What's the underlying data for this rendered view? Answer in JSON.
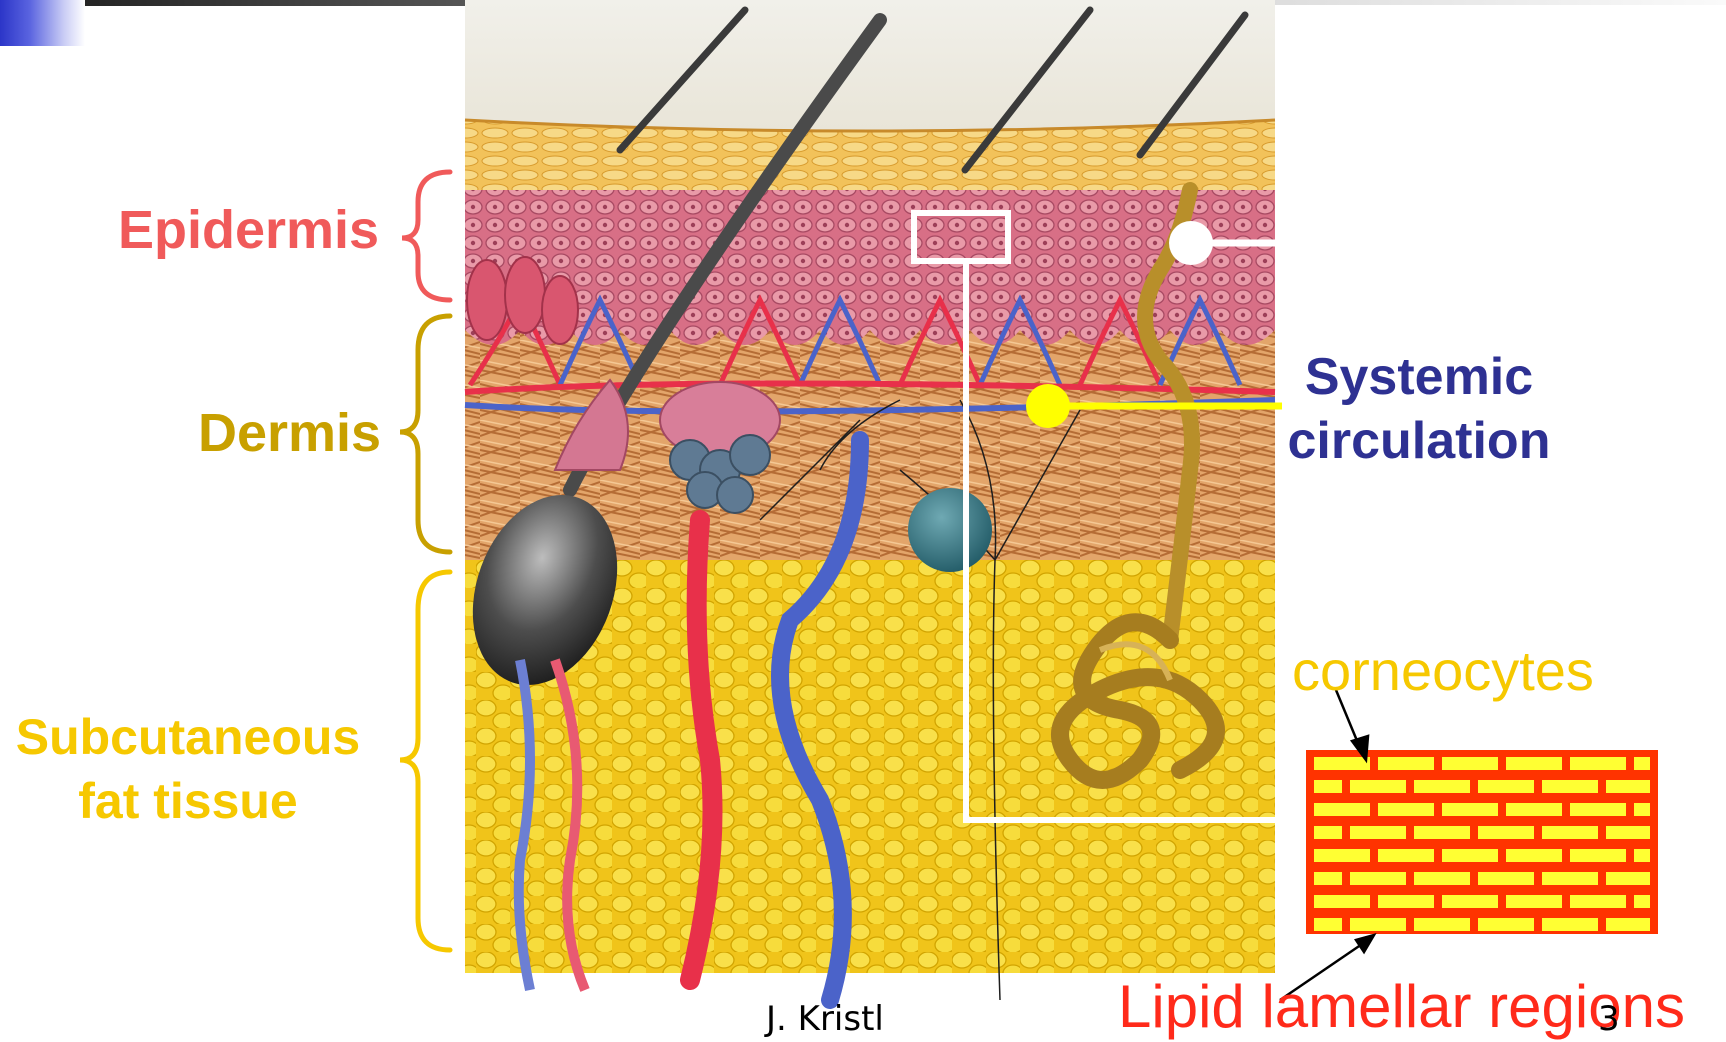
{
  "labels": {
    "epidermis": "Epidermis",
    "dermis": "Dermis",
    "subcutaneous_line1": "Subcutaneous",
    "subcutaneous_line2": "fat tissue",
    "systemic_line1": "Systemic",
    "systemic_line2": "circulation",
    "corneocytes": "corneocytes",
    "lipid": "Lipid lamellar regions",
    "author": "J. Kristl",
    "page": "3"
  },
  "colors": {
    "epidermis": "#f05a5a",
    "dermis": "#c8a000",
    "subcutaneous": "#f6c800",
    "systemic": "#2e3192",
    "lipid": "#ff2a1a",
    "corneocytes": "#f6c800",
    "accent": "#2b35c8"
  }
}
